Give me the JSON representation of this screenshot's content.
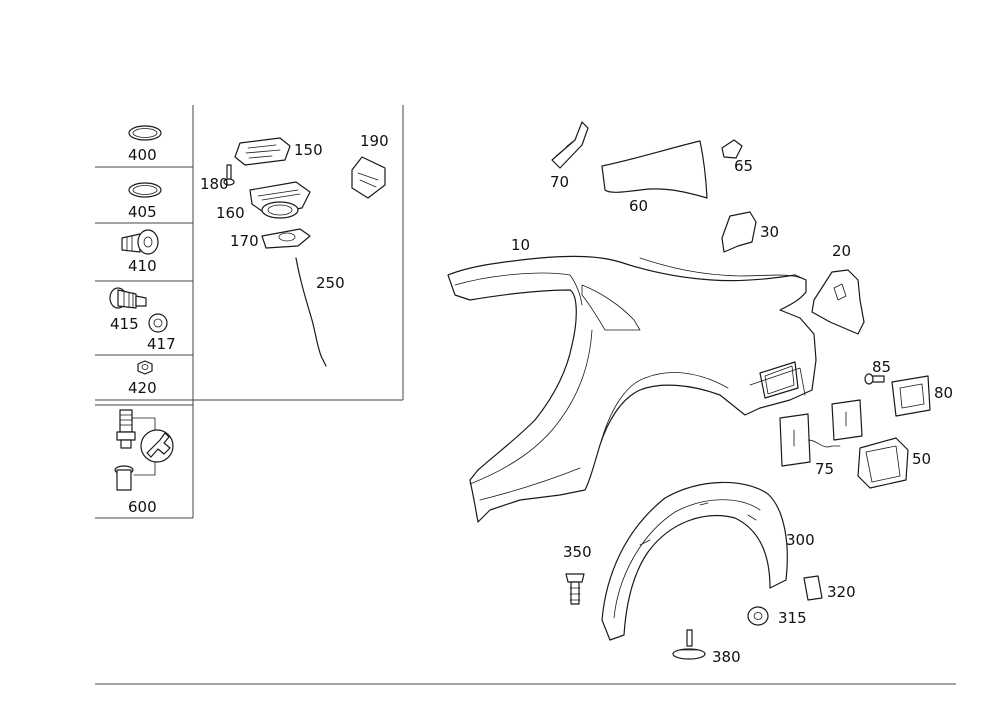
{
  "callouts": {
    "c400": "400",
    "c405": "405",
    "c410": "410",
    "c415": "415",
    "c417": "417",
    "c420": "420",
    "c600": "600",
    "c150": "150",
    "c160": "160",
    "c170": "170",
    "c180": "180",
    "c190": "190",
    "c250": "250",
    "c10": "10",
    "c20": "20",
    "c30": "30",
    "c50": "50",
    "c60": "60",
    "c65": "65",
    "c70": "70",
    "c75": "75",
    "c80": "80",
    "c85": "85",
    "c300": "300",
    "c315": "315",
    "c320": "320",
    "c350": "350",
    "c380": "380"
  },
  "icons": [
    "o-ring",
    "o-ring",
    "hose-nipple",
    "screw-bolt",
    "washer",
    "nut",
    "fastener-set",
    "wrench"
  ]
}
